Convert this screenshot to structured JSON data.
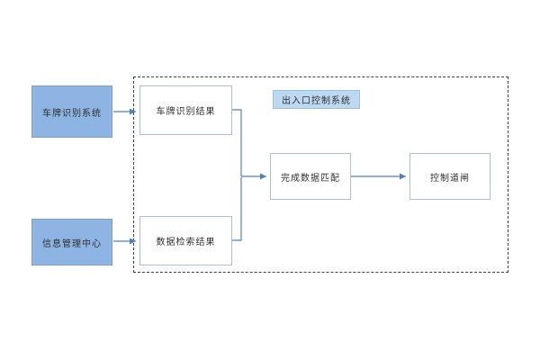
{
  "diagram": {
    "title_label": "出入口控制系统",
    "nodes": {
      "plate_recognition_system": {
        "label": "车牌识别系统"
      },
      "info_management_center": {
        "label": "信息管理中心"
      },
      "plate_recognition_result": {
        "label": "车牌识别结果"
      },
      "data_retrieval_result": {
        "label": "数据检索结果"
      },
      "data_matching": {
        "label": "完成数据匹配"
      },
      "control_gate": {
        "label": "控制道闸"
      }
    },
    "edges": [
      {
        "from": "plate_recognition_system",
        "to": "plate_recognition_result"
      },
      {
        "from": "info_management_center",
        "to": "data_retrieval_result"
      },
      {
        "from": "plate_recognition_result",
        "to": "data_matching"
      },
      {
        "from": "data_retrieval_result",
        "to": "data_matching"
      },
      {
        "from": "data_matching",
        "to": "control_gate"
      }
    ],
    "colors": {
      "node_fill": "#8DB4E2",
      "label_fill": "#BDD9F2",
      "connector": "#4F81BD",
      "dashed_border": "#404040",
      "white_box_border": "#A9BFD4"
    }
  }
}
